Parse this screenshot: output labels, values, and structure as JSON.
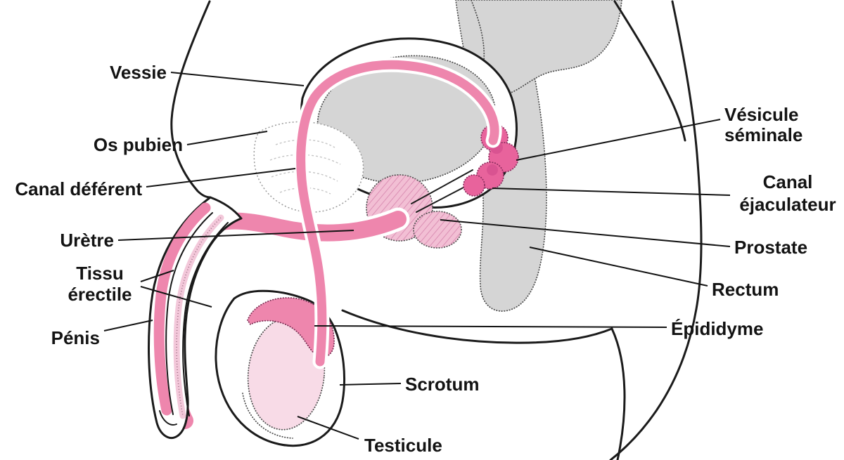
{
  "colors": {
    "outline": "#1b1b1b",
    "organ_gray": "#d5d5d5",
    "tube_pink": "#ee86ad",
    "vesicle_pink": "#e8639c",
    "vesicle_pink_dark": "#d95391",
    "prostate_pink": "#f2bfd4",
    "testicle_pink": "#f8dbe7",
    "spongiosum_pink": "#f3c8da",
    "label_text": "#131313"
  },
  "labels": [
    {
      "id": "vessie",
      "text": "Vessie"
    },
    {
      "id": "os-pubien",
      "text": "Os pubien"
    },
    {
      "id": "canal-deferent",
      "text": "Canal déférent"
    },
    {
      "id": "uretre",
      "text": "Urètre"
    },
    {
      "id": "tissu-erectile",
      "line1": "Tissu",
      "line2": "érectile"
    },
    {
      "id": "penis",
      "text": "Pénis"
    },
    {
      "id": "vesicule-seminale",
      "line1": "Vésicule",
      "line2": "séminale"
    },
    {
      "id": "canal-ejaculateur",
      "line1": "Canal",
      "line2": "éjaculateur"
    },
    {
      "id": "prostate",
      "text": "Prostate"
    },
    {
      "id": "rectum",
      "text": "Rectum"
    },
    {
      "id": "epididyme",
      "text": "Épididyme"
    },
    {
      "id": "scrotum",
      "text": "Scrotum"
    },
    {
      "id": "testicule",
      "text": "Testicule"
    }
  ]
}
